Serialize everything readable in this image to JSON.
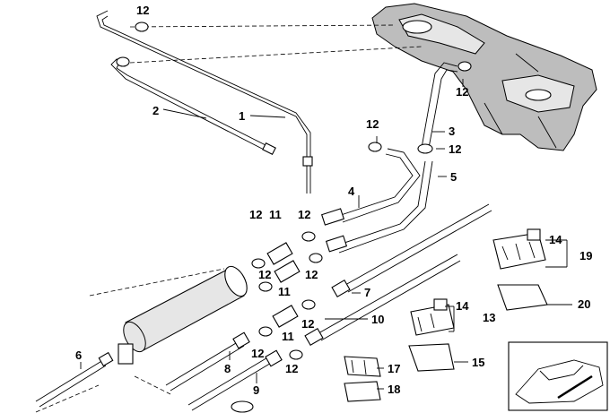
{
  "callouts": [
    {
      "id": "c12a",
      "text": "12"
    },
    {
      "id": "c2",
      "text": "2"
    },
    {
      "id": "c1",
      "text": "1"
    },
    {
      "id": "c12b",
      "text": "12"
    },
    {
      "id": "c3",
      "text": "3"
    },
    {
      "id": "c12c",
      "text": "12"
    },
    {
      "id": "c5",
      "text": "5"
    },
    {
      "id": "c12d",
      "text": "12"
    },
    {
      "id": "c4",
      "text": "4"
    },
    {
      "id": "c12e",
      "text": "12"
    },
    {
      "id": "c11a",
      "text": "11"
    },
    {
      "id": "c12f",
      "text": "12"
    },
    {
      "id": "c12g",
      "text": "12"
    },
    {
      "id": "c12h",
      "text": "12"
    },
    {
      "id": "c11b",
      "text": "11"
    },
    {
      "id": "c7",
      "text": "7"
    },
    {
      "id": "c14a",
      "text": "14"
    },
    {
      "id": "c19",
      "text": "19"
    },
    {
      "id": "c20",
      "text": "20"
    },
    {
      "id": "c14b",
      "text": "14"
    },
    {
      "id": "c13",
      "text": "13"
    },
    {
      "id": "c12i",
      "text": "12"
    },
    {
      "id": "c10",
      "text": "10"
    },
    {
      "id": "c11c",
      "text": "11"
    },
    {
      "id": "c12j",
      "text": "12"
    },
    {
      "id": "c6",
      "text": "6"
    },
    {
      "id": "c8",
      "text": "8"
    },
    {
      "id": "c12k",
      "text": "12"
    },
    {
      "id": "c9",
      "text": "9"
    },
    {
      "id": "c15",
      "text": "15"
    },
    {
      "id": "c17",
      "text": "17"
    },
    {
      "id": "c18",
      "text": "18"
    }
  ]
}
